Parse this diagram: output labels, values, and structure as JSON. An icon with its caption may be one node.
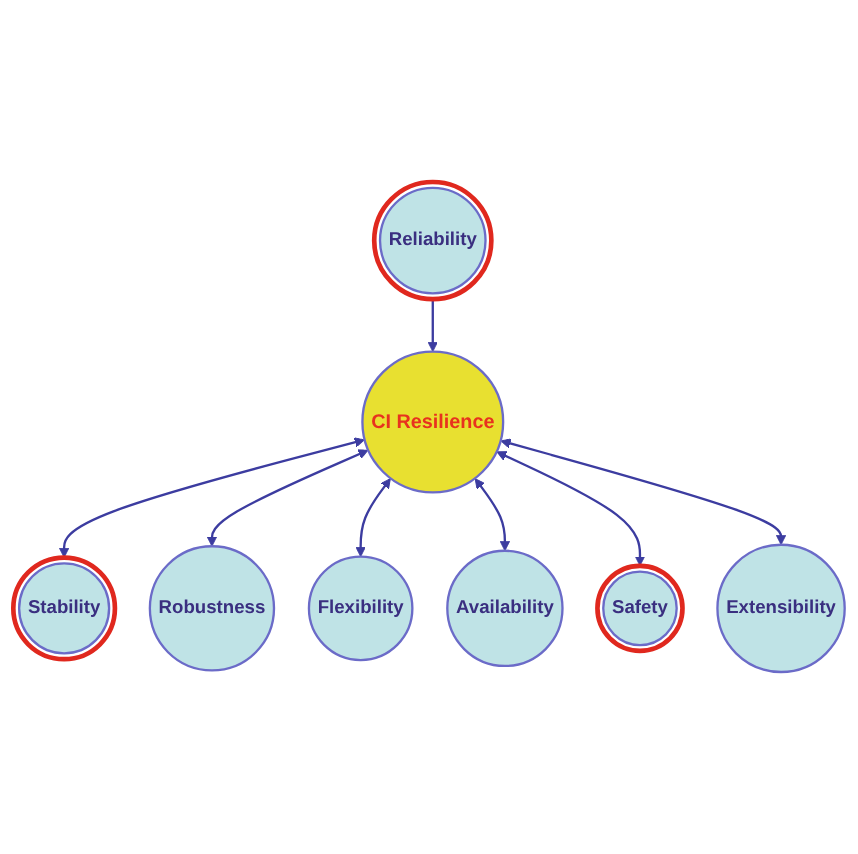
{
  "diagram": {
    "nodes": [
      {
        "text": [
          "Stability"
        ]
      },
      {
        "text": [
          "Reliability"
        ]
      },
      {
        "text": [
          "Robustness"
        ]
      },
      {
        "text": [
          "CI Resilience"
        ]
      },
      {
        "text": [
          "Flexibility"
        ]
      },
      {
        "text": [
          "Availability"
        ]
      },
      {
        "text": [
          "Safety"
        ]
      },
      {
        "text": [
          "Extensibility"
        ]
      }
    ],
    "edges": [
      {
        "from": 3,
        "to": 0,
        "arrow": "both"
      },
      {
        "from": 1,
        "to": 3,
        "arrow": "to"
      },
      {
        "from": 3,
        "to": 2,
        "arrow": "both"
      },
      {
        "from": 3,
        "to": 4,
        "arrow": "both"
      },
      {
        "from": 3,
        "to": 5,
        "arrow": "both"
      },
      {
        "from": 3,
        "to": 6,
        "arrow": "both"
      },
      {
        "from": 3,
        "to": 7,
        "arrow": "both"
      }
    ]
  }
}
